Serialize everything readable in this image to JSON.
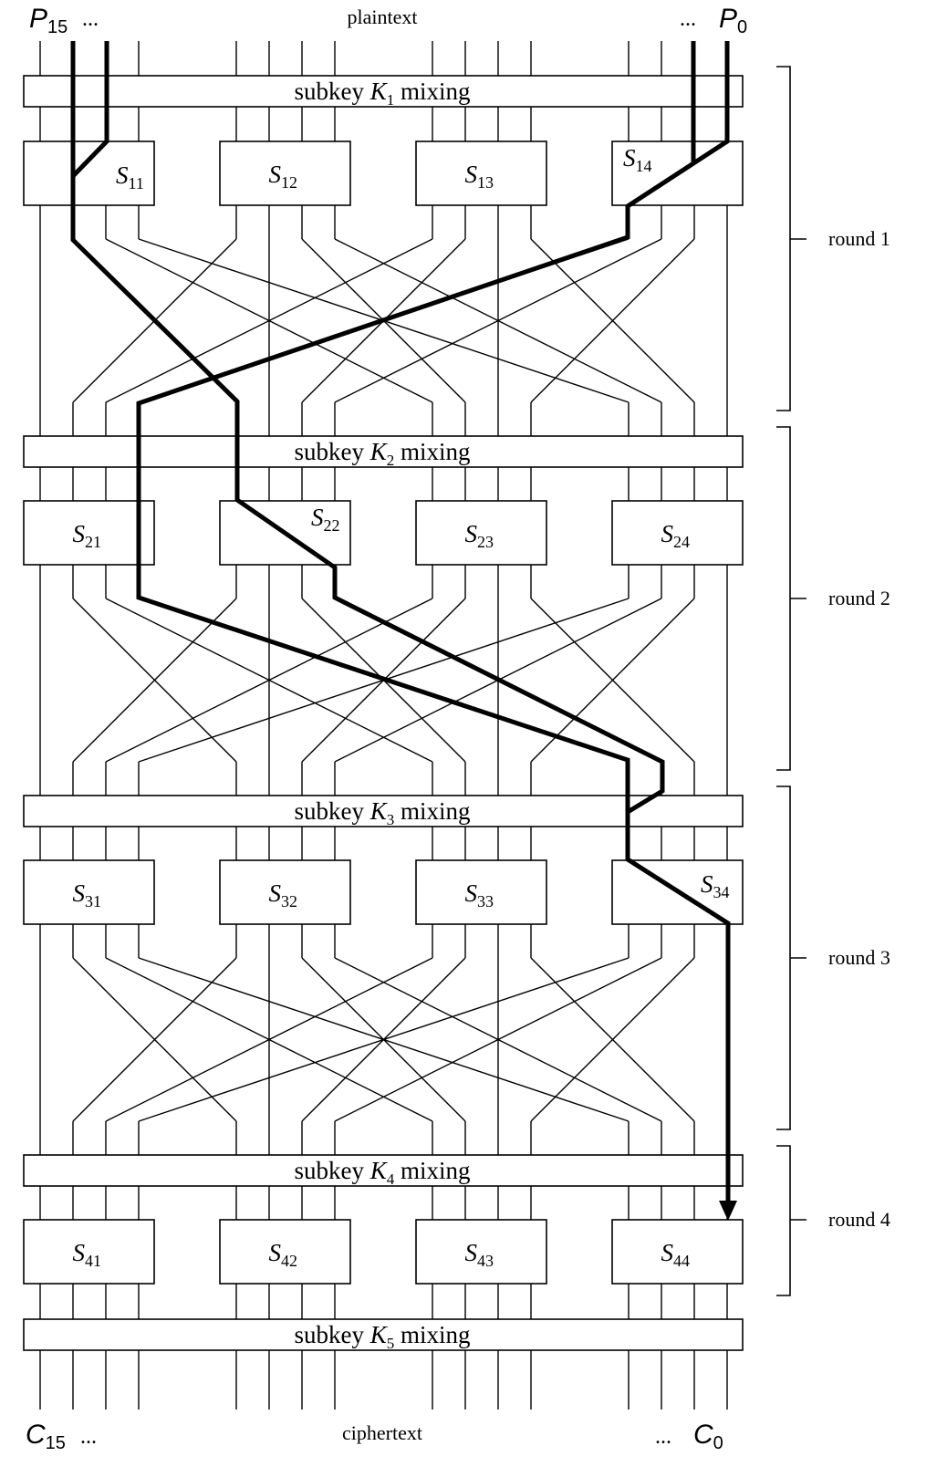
{
  "top": {
    "p_high": "P",
    "p_high_sub": "15",
    "p_low": "P",
    "p_low_sub": "0",
    "ellipsis": "...",
    "caption": "plaintext"
  },
  "bottom": {
    "c_high": "C",
    "c_high_sub": "15",
    "c_low": "C",
    "c_low_sub": "0",
    "ellipsis": "...",
    "caption": "ciphertext"
  },
  "key_mixing": [
    {
      "pre": "subkey ",
      "key": "K",
      "sub": "1",
      "post": " mixing"
    },
    {
      "pre": "subkey ",
      "key": "K",
      "sub": "2",
      "post": " mixing"
    },
    {
      "pre": "subkey ",
      "key": "K",
      "sub": "3",
      "post": " mixing"
    },
    {
      "pre": "subkey ",
      "key": "K",
      "sub": "4",
      "post": " mixing"
    },
    {
      "pre": "subkey ",
      "key": "K",
      "sub": "5",
      "post": " mixing"
    }
  ],
  "sboxes": [
    [
      {
        "name": "S",
        "sub": "11"
      },
      {
        "name": "S",
        "sub": "12"
      },
      {
        "name": "S",
        "sub": "13"
      },
      {
        "name": "S",
        "sub": "14"
      }
    ],
    [
      {
        "name": "S",
        "sub": "21"
      },
      {
        "name": "S",
        "sub": "22"
      },
      {
        "name": "S",
        "sub": "23"
      },
      {
        "name": "S",
        "sub": "24"
      }
    ],
    [
      {
        "name": "S",
        "sub": "31"
      },
      {
        "name": "S",
        "sub": "32"
      },
      {
        "name": "S",
        "sub": "33"
      },
      {
        "name": "S",
        "sub": "34"
      }
    ],
    [
      {
        "name": "S",
        "sub": "41"
      },
      {
        "name": "S",
        "sub": "42"
      },
      {
        "name": "S",
        "sub": "43"
      },
      {
        "name": "S",
        "sub": "44"
      }
    ]
  ],
  "rounds": [
    "round 1",
    "round 2",
    "round 3",
    "round 4"
  ],
  "colors": {
    "line": "#000000",
    "background": "#ffffff"
  }
}
